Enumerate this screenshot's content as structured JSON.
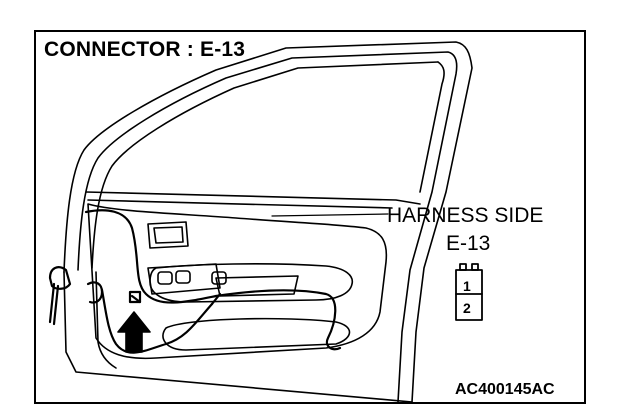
{
  "figure": {
    "title": "CONNECTOR : E-13",
    "harness_label": "HARNESS SIDE",
    "connector_id": "E-13",
    "pins": [
      "1",
      "2"
    ],
    "figure_code": "AC400145AC"
  },
  "colors": {
    "line": "#000000",
    "background": "#ffffff"
  }
}
